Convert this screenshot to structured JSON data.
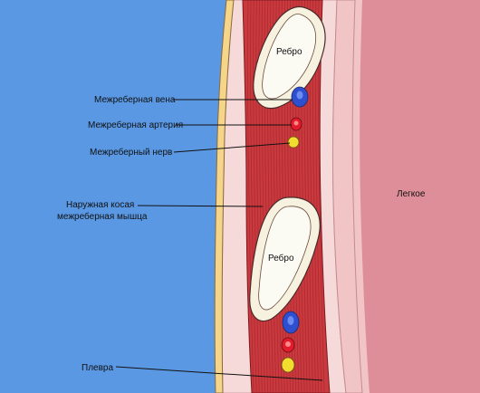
{
  "labels": {
    "vein": "Межреберная вена",
    "artery": "Межреберная артерия",
    "nerve": "Межреберный нерв",
    "muscle_line1": "Наружная косая",
    "muscle_line2": "межреберная мышца",
    "pleura": "Плевра",
    "rib_upper": "Ребро",
    "rib_lower": "Ребро",
    "lung": "Легкое"
  },
  "colors": {
    "outside": "#5a98e3",
    "skin": "#f1c4c6",
    "skin_light": "#f6dada",
    "fat_band": "#f5d58a",
    "muscle": "#c9393e",
    "muscle_fiber": "#8e1f24",
    "bone_outer": "#f7f2e0",
    "bone_inner": "#fbfaf3",
    "vein": "#2d4fd0",
    "artery": "#e31b2d",
    "nerve": "#f2de2e",
    "lung": "#de8e99",
    "outline": "#4a2a2a"
  }
}
